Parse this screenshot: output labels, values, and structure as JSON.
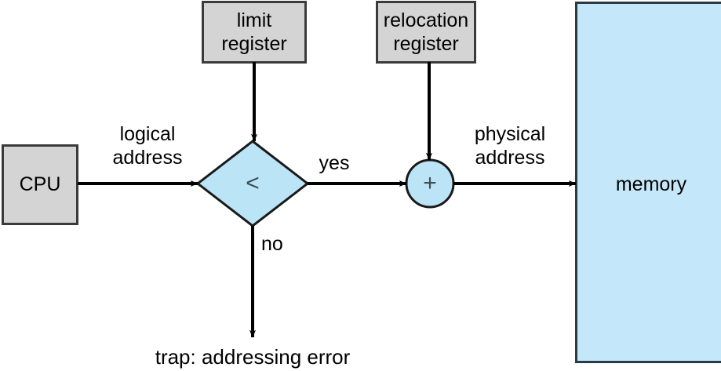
{
  "diagram": {
    "title": "hardware-address-protection-with-base-and-limit-registers",
    "colors": {
      "register_fill": "#d4d4d4",
      "register_stroke": "#3a3a3a",
      "decision_fill": "#bce4f7",
      "decision_stroke": "#1a1a1a",
      "adder_fill": "#bce4f7",
      "adder_stroke": "#1a1a1a",
      "memory_fill": "#c5e7fa",
      "memory_stroke": "#2b3b44",
      "arrow": "#000000",
      "text": "#000000"
    },
    "nodes": {
      "cpu": {
        "label": "CPU",
        "shape": "rect"
      },
      "limit_register": {
        "label": "limit\nregister",
        "shape": "rect"
      },
      "relocation_register": {
        "label": "relocation\nregister",
        "shape": "rect"
      },
      "compare": {
        "label": "<",
        "shape": "diamond"
      },
      "adder": {
        "label": "+",
        "shape": "circle"
      },
      "memory": {
        "label": "memory",
        "shape": "rect"
      }
    },
    "edge_labels": {
      "logical_address": "logical\naddress",
      "physical_address": "physical\naddress",
      "yes": "yes",
      "no": "no",
      "trap": "trap: addressing error"
    }
  }
}
